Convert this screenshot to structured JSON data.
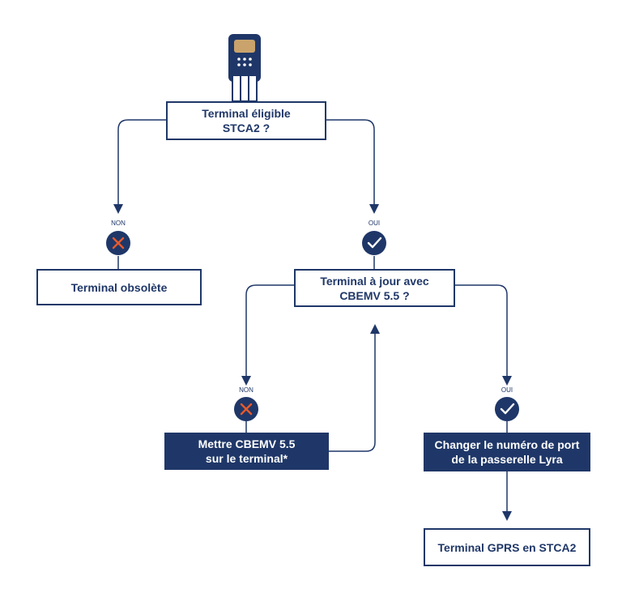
{
  "colors": {
    "navy": "#1f3768",
    "accent": "#e85a2a",
    "chip": "#c9a36b",
    "line": "#1f3768"
  },
  "icons": {
    "terminal": "card-terminal-icon",
    "no": "cross-icon",
    "yes": "check-icon"
  },
  "nodes": {
    "eligible": {
      "line1": "Terminal éligible",
      "line2": "STCA2 ?"
    },
    "obsolete": {
      "line1": "Terminal obsolète"
    },
    "uptodate": {
      "line1": "Terminal à jour avec",
      "line2": "CBEMV 5.5 ?"
    },
    "install": {
      "line1": "Mettre CBEMV 5.5",
      "line2": "sur le terminal*"
    },
    "change_port": {
      "line1": "Changer le numéro de port",
      "line2": "de la passerelle Lyra"
    },
    "gprs": {
      "line1": "Terminal GPRS en STCA2"
    }
  },
  "branch_labels": {
    "no_1": "NON",
    "yes_1": "OUI",
    "no_2": "NON",
    "yes_2": "OUI"
  }
}
